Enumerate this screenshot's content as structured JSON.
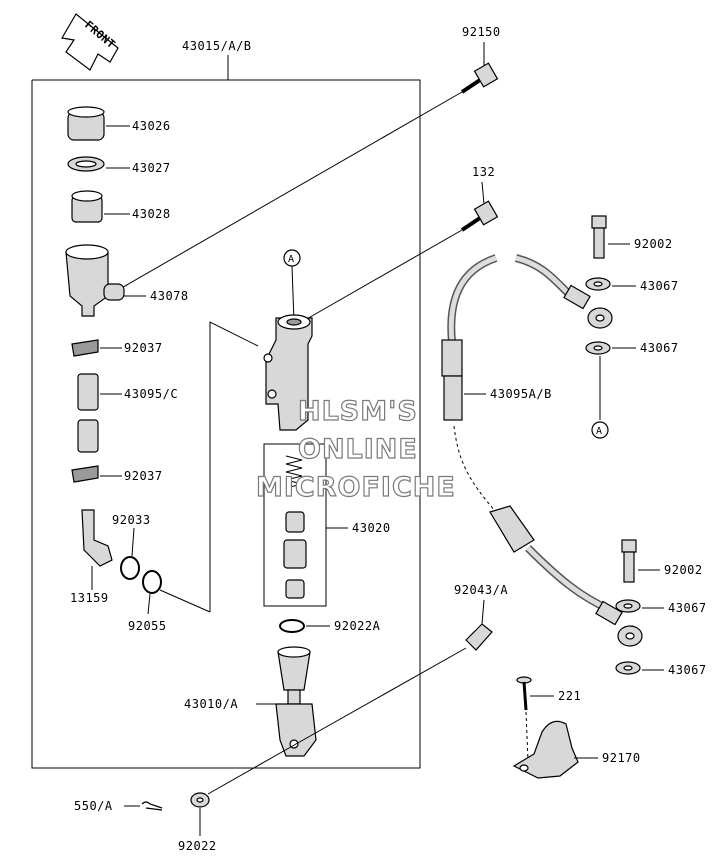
{
  "labels": {
    "p43015": "43015/A/B",
    "p92150": "92150",
    "p43026": "43026",
    "p43027": "43027",
    "p43028": "43028",
    "p43078": "43078",
    "p132": "132",
    "p92002a": "92002",
    "p43067a": "43067",
    "p43067b": "43067",
    "p92037a": "92037",
    "p43095c": "43095/C",
    "p43095ab": "43095A/B",
    "p92037b": "92037",
    "p92033": "92033",
    "p43020": "43020",
    "p13159": "13159",
    "p92055": "92055",
    "p92022a": "92022A",
    "p92002b": "92002",
    "p43067c": "43067",
    "p43067d": "43067",
    "p92043": "92043/A",
    "p221": "221",
    "p43010": "43010/A",
    "p92170": "92170",
    "p550": "550/A",
    "p92022": "92022",
    "refA1": "A",
    "refA2": "A",
    "front": "FRONT"
  },
  "watermark": {
    "line1": "HLSM'S",
    "line2": "ONLINE",
    "line3": "MICROFICHE"
  }
}
